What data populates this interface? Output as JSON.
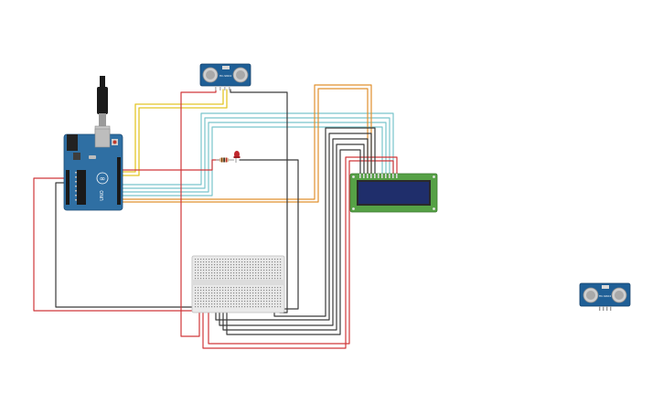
{
  "canvas": {
    "background": "#ffffff"
  },
  "components": {
    "arduino": {
      "kind": "arduino-uno",
      "logo_text": "∞",
      "board_label": "UNO",
      "color": "#2f6fa3"
    },
    "usb_cable": {
      "kind": "usb-cable",
      "color": "#1a1a1a"
    },
    "ultrasonic_top": {
      "kind": "ultrasonic-sensor",
      "label": "HC-SR04",
      "color": "#1f5f96"
    },
    "ultrasonic_right": {
      "kind": "ultrasonic-sensor",
      "label": "HC-SR04",
      "color": "#1f5f96"
    },
    "lcd": {
      "kind": "lcd-16x2",
      "board_color": "#56a146",
      "screen_color": "#1f2e6b"
    },
    "breadboard": {
      "kind": "breadboard-half",
      "color": "#e9e9e9"
    },
    "resistor": {
      "kind": "resistor",
      "color": "#d8b48a"
    },
    "led": {
      "kind": "led",
      "color": "#c1272d"
    }
  },
  "wire_colors": {
    "red": "#d0373a",
    "black": "#3a3a3a",
    "yellow": "#e3c526",
    "cyan": "#79c4cc",
    "orange": "#e1902e",
    "gray": "#555555"
  }
}
